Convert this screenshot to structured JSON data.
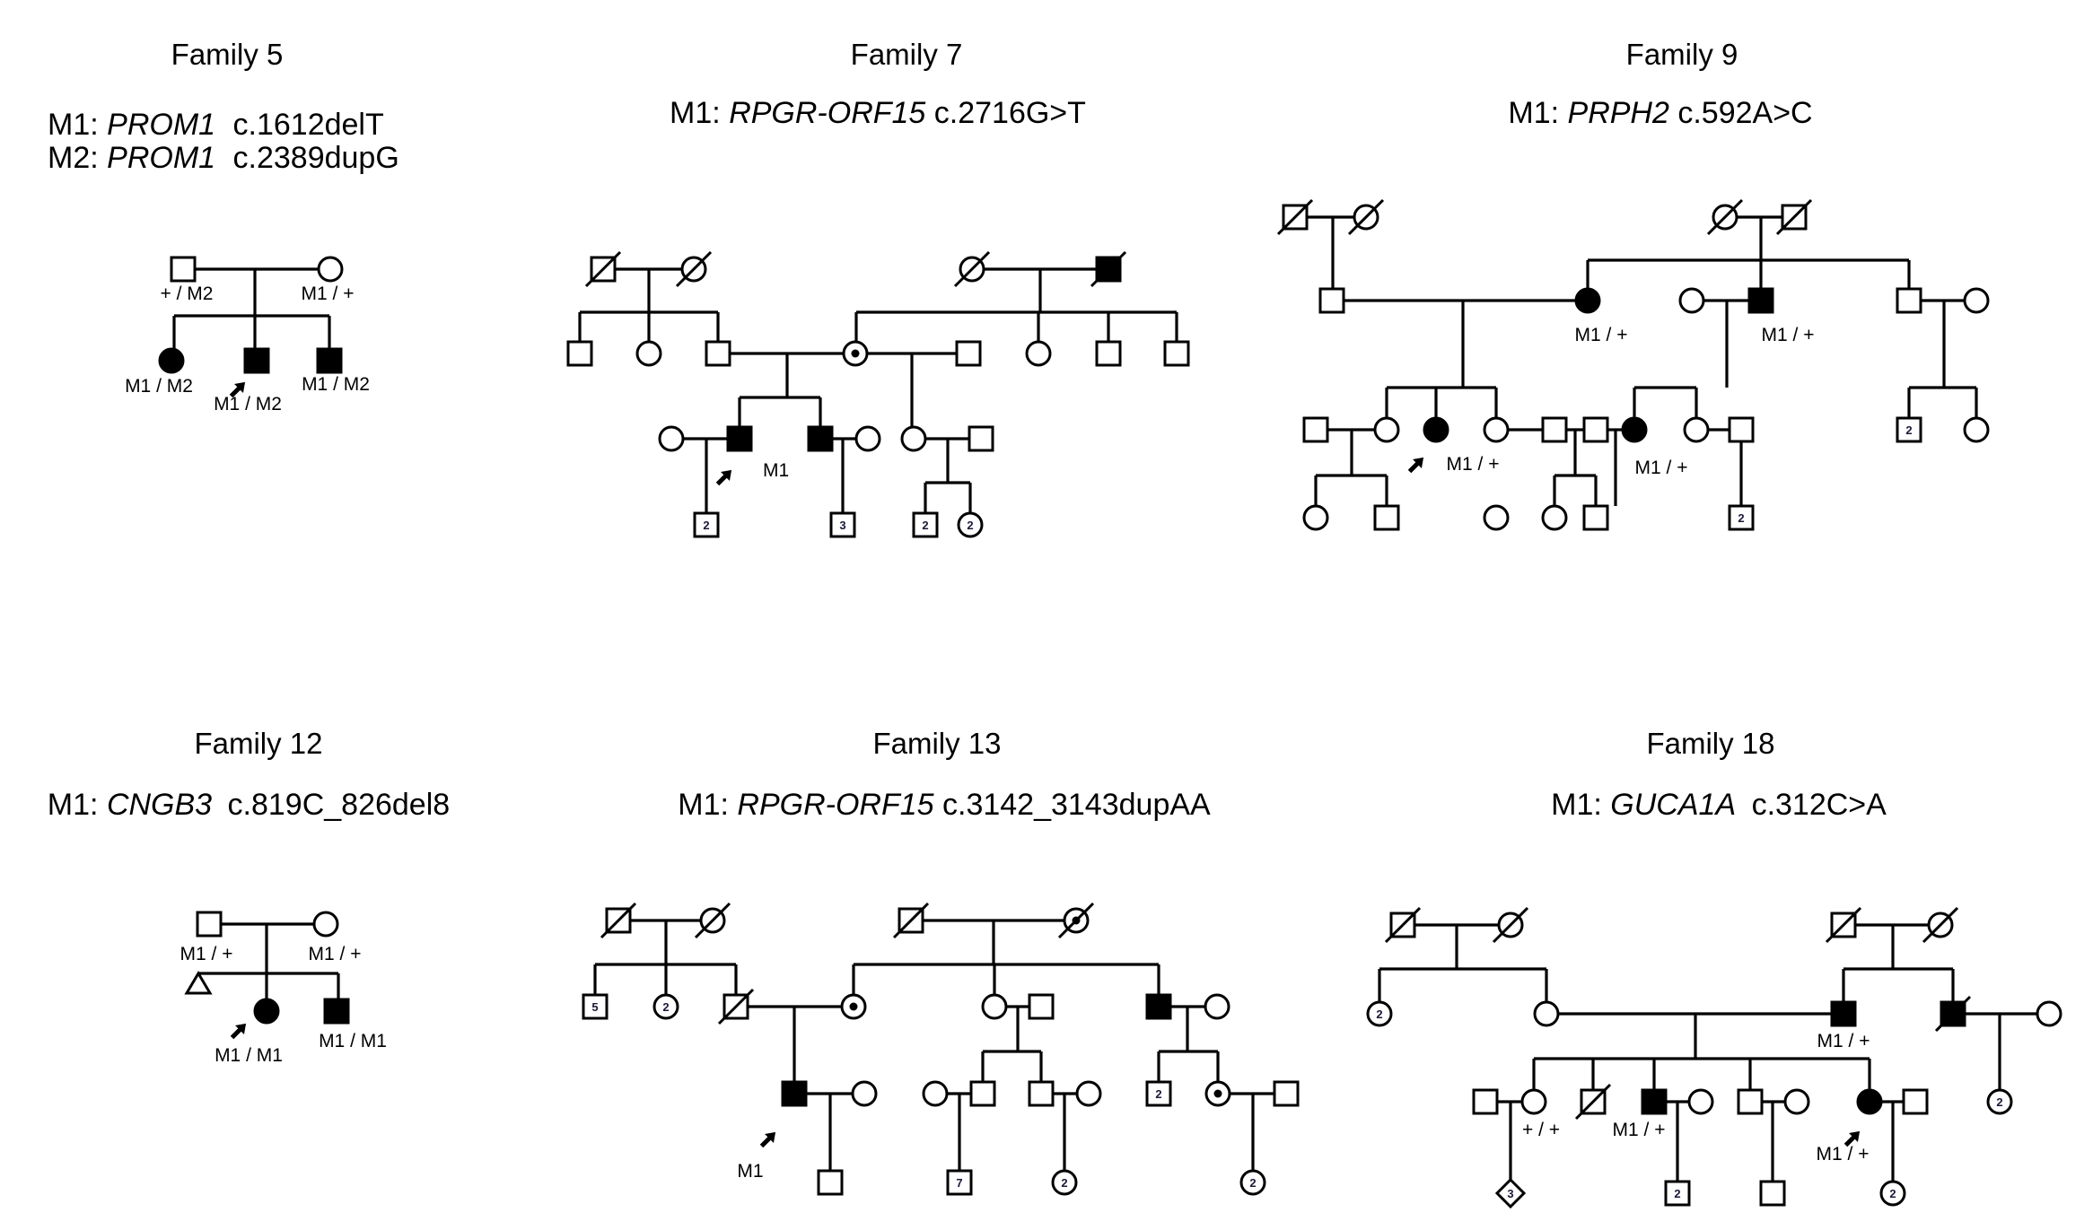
{
  "figure": {
    "families": [
      {
        "key": "f5",
        "title": "Family 5",
        "mutations": [
          {
            "label": "M1:",
            "gene": "PROM1",
            "variant": "c.1612delT"
          },
          {
            "label": "M2:",
            "gene": "PROM1",
            "variant": "c.2389dupG"
          }
        ],
        "individuals": [
          {
            "id": "f5-i1",
            "sex": "male",
            "affected": false,
            "genotype": "+ / M2"
          },
          {
            "id": "f5-i2",
            "sex": "female",
            "affected": false,
            "genotype": "M1 / +"
          },
          {
            "id": "f5-ii1",
            "sex": "female",
            "affected": true,
            "genotype": "M1 / M2"
          },
          {
            "id": "f5-ii2",
            "sex": "male",
            "affected": true,
            "proband": true,
            "genotype": "M1 / M2"
          },
          {
            "id": "f5-ii3",
            "sex": "male",
            "affected": true,
            "genotype": "M1 / M2"
          }
        ]
      },
      {
        "key": "f7",
        "title": "Family 7",
        "mutations": [
          {
            "label": "M1:",
            "gene": "RPGR-ORF15",
            "variant": "c.2716G>T"
          }
        ],
        "individuals": [
          {
            "id": "f7-i1",
            "sex": "male",
            "deceased": true
          },
          {
            "id": "f7-i2",
            "sex": "female",
            "deceased": true
          },
          {
            "id": "f7-i3",
            "sex": "female",
            "deceased": true
          },
          {
            "id": "f7-i4",
            "sex": "male",
            "affected": true,
            "deceased": true
          },
          {
            "id": "f7-ii1",
            "sex": "male"
          },
          {
            "id": "f7-ii2",
            "sex": "female"
          },
          {
            "id": "f7-ii3",
            "sex": "male"
          },
          {
            "id": "f7-ii4",
            "sex": "female",
            "carrier": true
          },
          {
            "id": "f7-ii5",
            "sex": "male"
          },
          {
            "id": "f7-ii6",
            "sex": "female"
          },
          {
            "id": "f7-ii7",
            "sex": "male"
          },
          {
            "id": "f7-ii8",
            "sex": "male"
          },
          {
            "id": "f7-iii1",
            "sex": "female"
          },
          {
            "id": "f7-iii2",
            "sex": "male",
            "affected": true,
            "proband": true,
            "genotype": "M1"
          },
          {
            "id": "f7-iii3",
            "sex": "male",
            "affected": true
          },
          {
            "id": "f7-iii4",
            "sex": "female"
          },
          {
            "id": "f7-iii5",
            "sex": "female"
          },
          {
            "id": "f7-iii6",
            "sex": "male"
          },
          {
            "id": "f7-iv1",
            "sex": "male",
            "count": "2"
          },
          {
            "id": "f7-iv2",
            "sex": "male",
            "count": "3"
          },
          {
            "id": "f7-iv3",
            "sex": "male",
            "count": "2"
          },
          {
            "id": "f7-iv4",
            "sex": "female",
            "count": "2"
          }
        ]
      },
      {
        "key": "f9",
        "title": "Family 9",
        "mutations": [
          {
            "label": "M1:",
            "gene": "PRPH2",
            "variant": "c.592A>C"
          }
        ],
        "individuals": [
          {
            "id": "f9-i1",
            "sex": "male",
            "deceased": true
          },
          {
            "id": "f9-i2",
            "sex": "female",
            "deceased": true
          },
          {
            "id": "f9-i3",
            "sex": "female",
            "deceased": true
          },
          {
            "id": "f9-i4",
            "sex": "male",
            "deceased": true
          },
          {
            "id": "f9-ii1",
            "sex": "male"
          },
          {
            "id": "f9-ii2",
            "sex": "female",
            "affected": true,
            "genotype": "M1 / +"
          },
          {
            "id": "f9-ii3",
            "sex": "female"
          },
          {
            "id": "f9-ii4",
            "sex": "male",
            "affected": true,
            "genotype": "M1 / +"
          },
          {
            "id": "f9-ii5",
            "sex": "male"
          },
          {
            "id": "f9-ii6",
            "sex": "female"
          },
          {
            "id": "f9-iii1",
            "sex": "male"
          },
          {
            "id": "f9-iii2",
            "sex": "female"
          },
          {
            "id": "f9-iii3",
            "sex": "female",
            "affected": true,
            "proband": true,
            "genotype": "M1 / +"
          },
          {
            "id": "f9-iii4",
            "sex": "female"
          },
          {
            "id": "f9-iii5",
            "sex": "male"
          },
          {
            "id": "f9-iii6",
            "sex": "male"
          },
          {
            "id": "f9-iii7",
            "sex": "female",
            "affected": true,
            "genotype": "M1 / +"
          },
          {
            "id": "f9-iii8",
            "sex": "female"
          },
          {
            "id": "f9-iii9",
            "sex": "male"
          },
          {
            "id": "f9-iii10",
            "sex": "male",
            "count": "2"
          },
          {
            "id": "f9-iii11",
            "sex": "female"
          },
          {
            "id": "f9-iv1",
            "sex": "female"
          },
          {
            "id": "f9-iv2",
            "sex": "male"
          },
          {
            "id": "f9-iv3",
            "sex": "female"
          },
          {
            "id": "f9-iv4",
            "sex": "female"
          },
          {
            "id": "f9-iv5",
            "sex": "male"
          },
          {
            "id": "f9-iv6",
            "sex": "male",
            "count": "2"
          }
        ]
      },
      {
        "key": "f12",
        "title": "Family 12",
        "mutations": [
          {
            "label": "M1:",
            "gene": "CNGB3",
            "variant": "c.819C_826del8"
          }
        ],
        "individuals": [
          {
            "id": "f12-i1",
            "sex": "male",
            "genotype": "M1 / +"
          },
          {
            "id": "f12-i2",
            "sex": "female",
            "genotype": "M1 / +"
          },
          {
            "id": "f12-ii1",
            "sex": "miscarriage"
          },
          {
            "id": "f12-ii2",
            "sex": "female",
            "affected": true,
            "proband": true,
            "genotype": "M1 / M1"
          },
          {
            "id": "f12-ii3",
            "sex": "male",
            "affected": true,
            "genotype": "M1 / M1"
          }
        ]
      },
      {
        "key": "f13",
        "title": "Family 13",
        "mutations": [
          {
            "label": "M1:",
            "gene": "RPGR-ORF15",
            "variant": "c.3142_3143dupAA"
          }
        ],
        "individuals": [
          {
            "id": "f13-i1",
            "sex": "male",
            "deceased": true
          },
          {
            "id": "f13-i2",
            "sex": "female",
            "deceased": true
          },
          {
            "id": "f13-i3",
            "sex": "male",
            "deceased": true
          },
          {
            "id": "f13-i4",
            "sex": "female",
            "deceased": true,
            "carrier": true
          },
          {
            "id": "f13-ii1",
            "sex": "male",
            "count": "5"
          },
          {
            "id": "f13-ii2",
            "sex": "female",
            "count": "2"
          },
          {
            "id": "f13-ii3",
            "sex": "male",
            "deceased": true
          },
          {
            "id": "f13-ii4",
            "sex": "female",
            "carrier": true
          },
          {
            "id": "f13-ii5",
            "sex": "female"
          },
          {
            "id": "f13-ii6",
            "sex": "male"
          },
          {
            "id": "f13-ii7",
            "sex": "male",
            "affected": true
          },
          {
            "id": "f13-ii8",
            "sex": "female"
          },
          {
            "id": "f13-iii1",
            "sex": "male",
            "affected": true,
            "proband": true,
            "genotype": "M1"
          },
          {
            "id": "f13-iii2",
            "sex": "female"
          },
          {
            "id": "f13-iii3",
            "sex": "female"
          },
          {
            "id": "f13-iii4",
            "sex": "male"
          },
          {
            "id": "f13-iii5",
            "sex": "male"
          },
          {
            "id": "f13-iii6",
            "sex": "female"
          },
          {
            "id": "f13-iii7",
            "sex": "male",
            "count": "2"
          },
          {
            "id": "f13-iii8",
            "sex": "female",
            "carrier": true
          },
          {
            "id": "f13-iii9",
            "sex": "male"
          },
          {
            "id": "f13-iv1",
            "sex": "male"
          },
          {
            "id": "f13-iv2",
            "sex": "male",
            "count": "7"
          },
          {
            "id": "f13-iv3",
            "sex": "female",
            "count": "2"
          },
          {
            "id": "f13-iv4",
            "sex": "female",
            "count": "2"
          }
        ]
      },
      {
        "key": "f18",
        "title": "Family 18",
        "mutations": [
          {
            "label": "M1:",
            "gene": "GUCA1A",
            "variant": "c.312C>A"
          }
        ],
        "individuals": [
          {
            "id": "f18-i1",
            "sex": "male",
            "deceased": true
          },
          {
            "id": "f18-i2",
            "sex": "female",
            "deceased": true
          },
          {
            "id": "f18-i3",
            "sex": "male",
            "deceased": true
          },
          {
            "id": "f18-i4",
            "sex": "female",
            "deceased": true
          },
          {
            "id": "f18-ii1",
            "sex": "female",
            "count": "2"
          },
          {
            "id": "f18-ii2",
            "sex": "female"
          },
          {
            "id": "f18-ii3",
            "sex": "male",
            "affected": true,
            "genotype": "M1 / +"
          },
          {
            "id": "f18-ii4",
            "sex": "male",
            "affected": true,
            "deceased": true
          },
          {
            "id": "f18-ii5",
            "sex": "female"
          },
          {
            "id": "f18-iii1",
            "sex": "male"
          },
          {
            "id": "f18-iii2",
            "sex": "female",
            "genotype": "+ / +"
          },
          {
            "id": "f18-iii3",
            "sex": "male",
            "deceased": true
          },
          {
            "id": "f18-iii4",
            "sex": "male",
            "affected": true,
            "genotype": "M1 / +"
          },
          {
            "id": "f18-iii5",
            "sex": "female"
          },
          {
            "id": "f18-iii6",
            "sex": "male"
          },
          {
            "id": "f18-iii7",
            "sex": "female"
          },
          {
            "id": "f18-iii8",
            "sex": "female",
            "affected": true,
            "proband": true,
            "genotype": "M1 / +"
          },
          {
            "id": "f18-iii9",
            "sex": "male"
          },
          {
            "id": "f18-iii10",
            "sex": "female",
            "count": "2"
          },
          {
            "id": "f18-iv1",
            "sex": "unknown",
            "count": "3"
          },
          {
            "id": "f18-iv2",
            "sex": "male",
            "count": "2"
          },
          {
            "id": "f18-iv3",
            "sex": "male"
          },
          {
            "id": "f18-iv4",
            "sex": "female",
            "count": "2"
          }
        ]
      }
    ]
  }
}
